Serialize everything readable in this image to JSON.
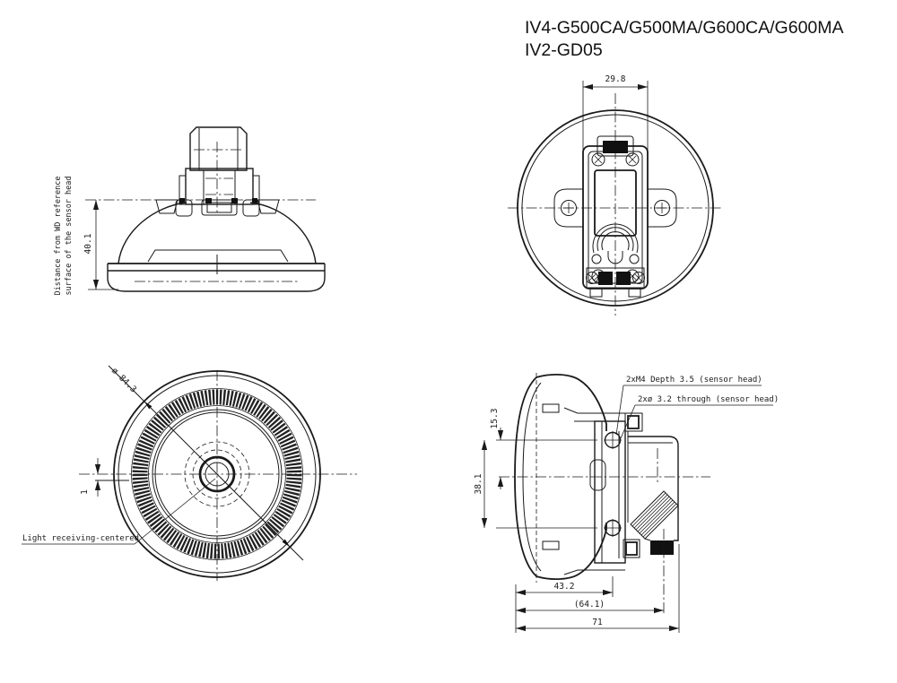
{
  "title": {
    "line1": "IV4-G500CA/G500MA/G600CA/G600MA",
    "line2": "IV2-GD05"
  },
  "views": {
    "top_side": {
      "label_line1": "Distance from WD reference",
      "label_line2": "surface of the sensor head",
      "dim_height": "40.1"
    },
    "rear": {
      "dim_width": "29.8"
    },
    "front": {
      "dim_diameter": "ø 84.3",
      "dim_offset": "1",
      "light_label": "Light receiving-centered"
    },
    "side": {
      "dim_hole_to_center": "15.3",
      "dim_hole_pitch": "38.1",
      "dim_depth_body": "43.2",
      "dim_depth_ref": "(64.1)",
      "dim_depth_total": "71",
      "label_m4": "2xM4 Depth 3.5 (sensor head)",
      "label_through": "2xø 3.2 through (sensor head)"
    }
  },
  "colors": {
    "line": "#1a1a1a",
    "background": "#ffffff"
  }
}
